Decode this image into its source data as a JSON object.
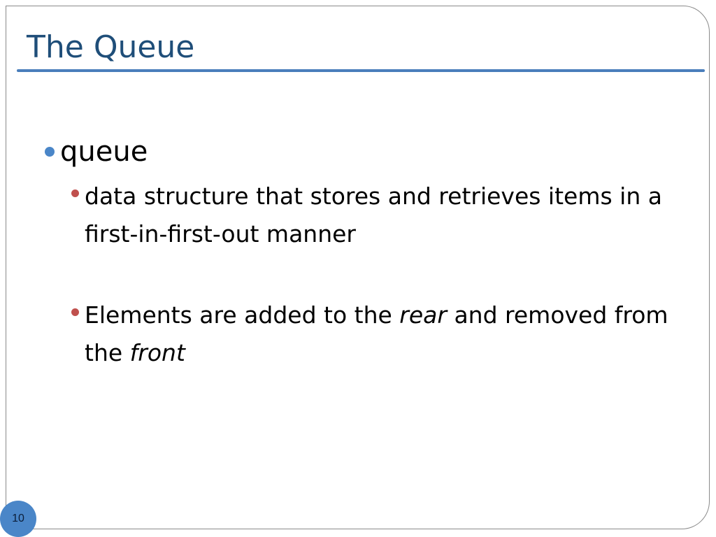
{
  "slide": {
    "title": "The Queue",
    "bullets": [
      {
        "text": "queue",
        "sub_bullets": [
          {
            "parts": [
              {
                "text": "data structure that stores and retrieves items in a first-in-first-out manner",
                "italic": false
              }
            ]
          },
          {
            "parts": [
              {
                "text": "Elements are added to the ",
                "italic": false
              },
              {
                "text": "rear",
                "italic": true
              },
              {
                "text": " and removed from the ",
                "italic": false
              },
              {
                "text": "front",
                "italic": true
              }
            ]
          }
        ]
      }
    ],
    "page_number": "10"
  },
  "colors": {
    "title": "#1f4e79",
    "title_rule": "#4a7ebb",
    "level1_bullet": "#4a86c8",
    "level2_bullet": "#c0504d",
    "page_badge": "#4a86c8"
  }
}
